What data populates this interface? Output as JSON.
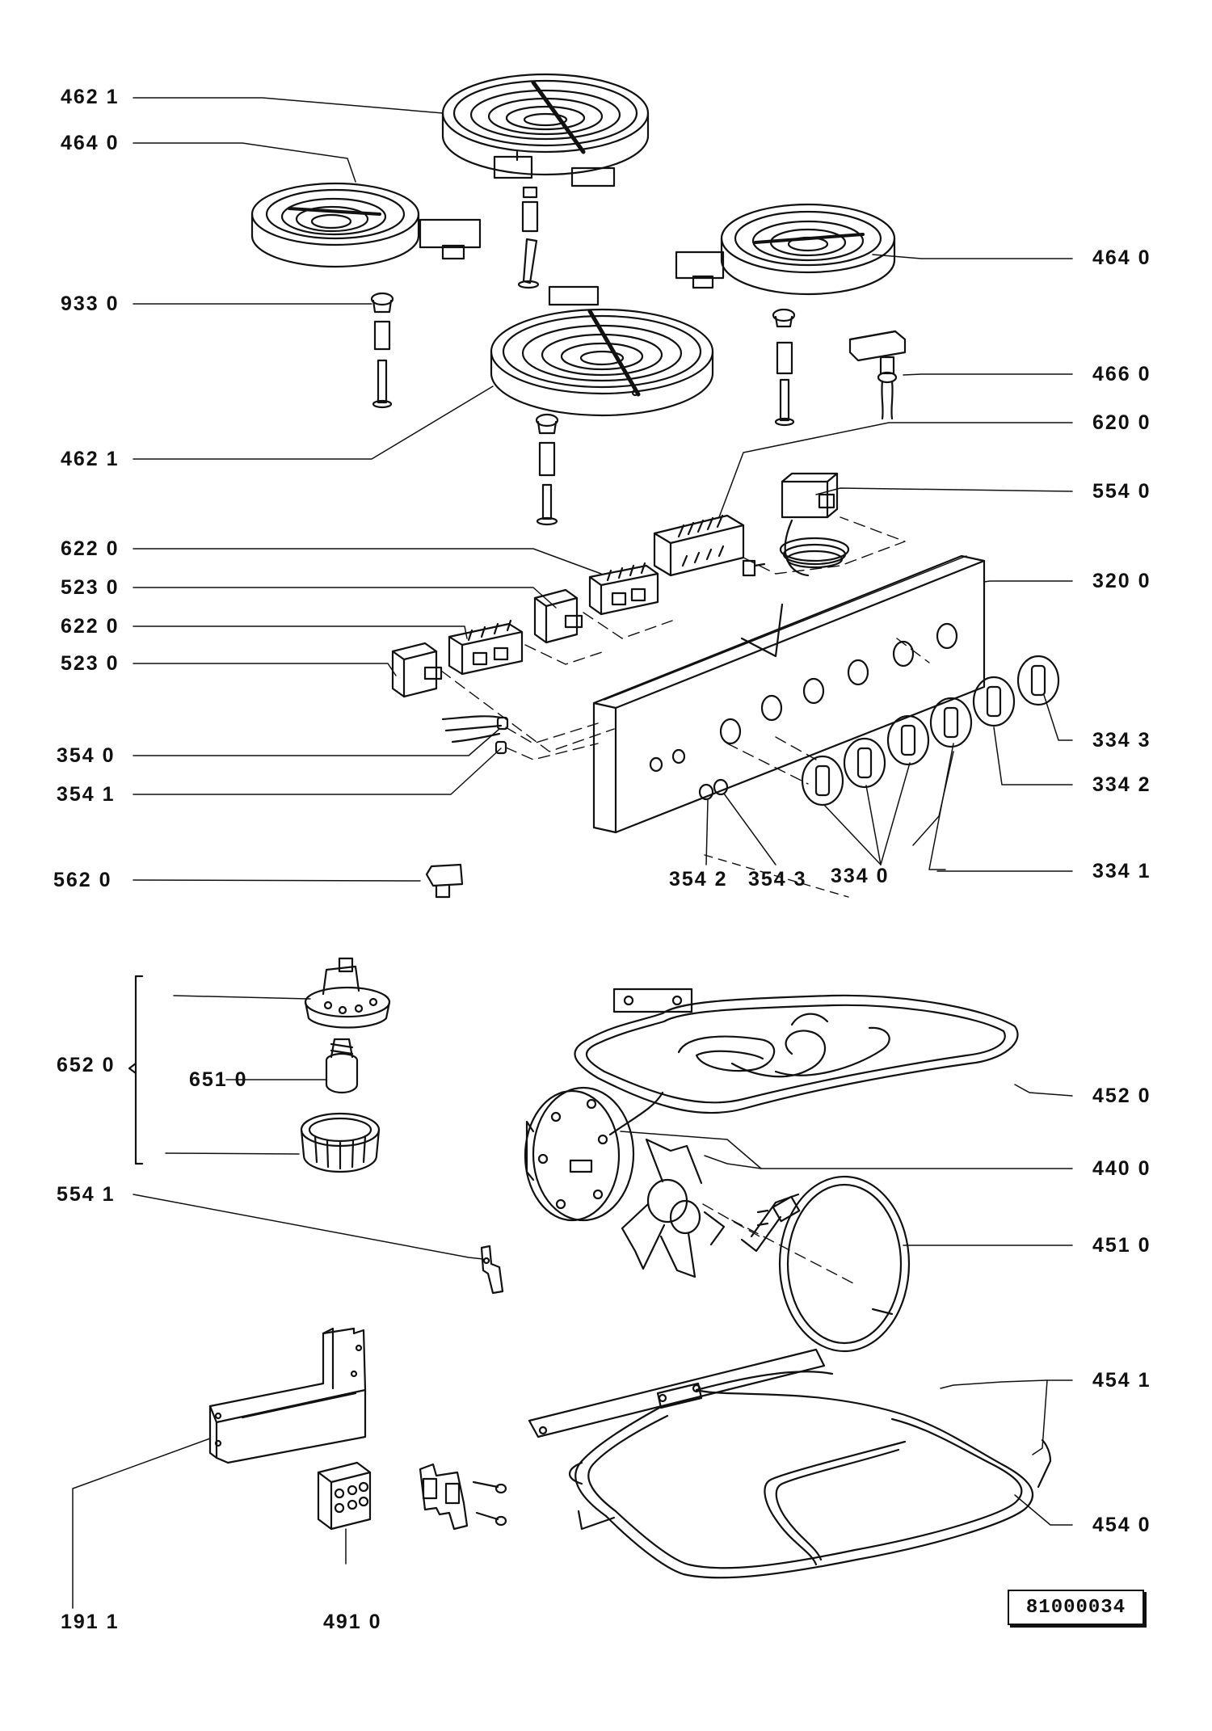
{
  "labels": {
    "p4621_top": "462 1",
    "p4640_left": "464 0",
    "p4640_right": "464 0",
    "p9330": "933 0",
    "p4660": "466 0",
    "p4621_mid": "462 1",
    "p6200": "620 0",
    "p5540": "554 0",
    "p6220_a": "622 0",
    "p5230_a": "523 0",
    "p3200": "320 0",
    "p6220_b": "622 0",
    "p5230_b": "523 0",
    "p3540": "354 0",
    "p3541": "354 1",
    "p3343": "334 3",
    "p3342": "334 2",
    "p5620": "562 0",
    "p3542": "354 2",
    "p3543": "354 3",
    "p3340": "334 0",
    "p3341": "334 1",
    "p6520": "652 0",
    "p6510": "651 0",
    "p4520": "452 0",
    "p4400": "440 0",
    "p5541": "554 1",
    "p4510": "451 0",
    "p4541": "454 1",
    "p4540": "454 0",
    "p1911": "191 1",
    "p4910": "491 0"
  },
  "document_number": "81000034",
  "colors": {
    "ink": "#111111",
    "paper": "#ffffff"
  }
}
